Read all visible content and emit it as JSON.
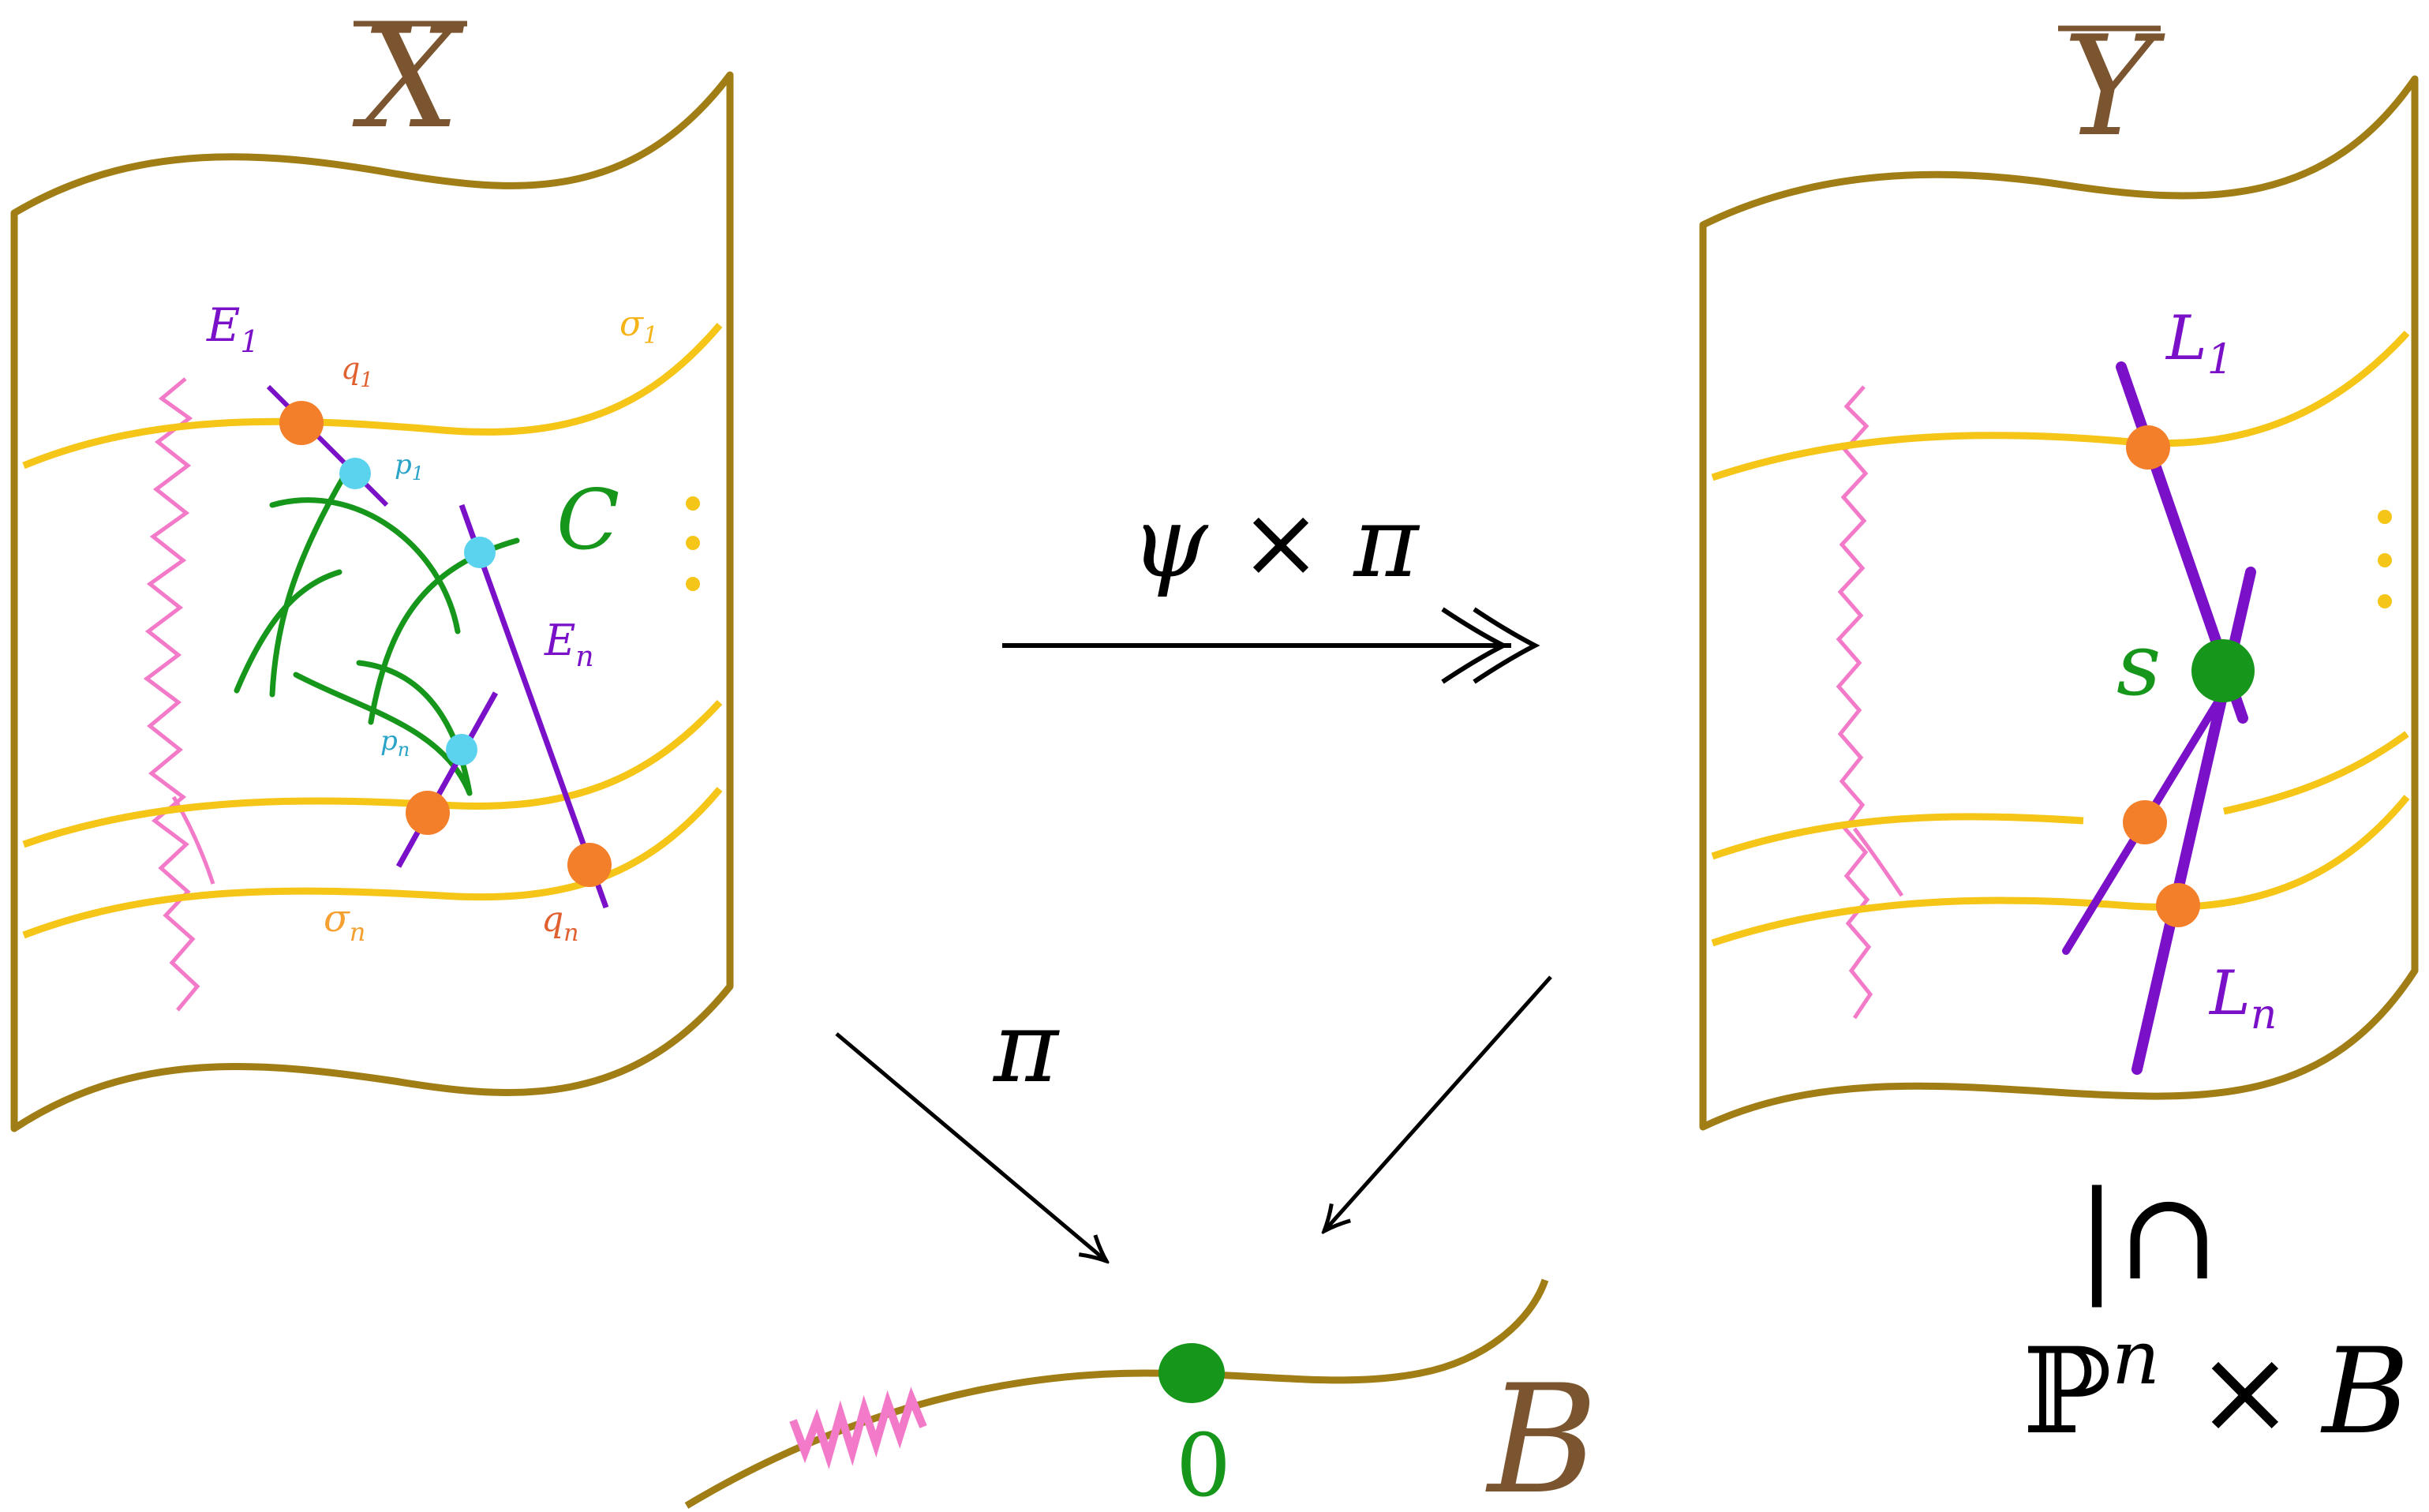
{
  "colors": {
    "olive": "#A07E15",
    "brown": "#7A5530",
    "yellow": "#F5C518",
    "orange": "#F47F2A",
    "cyan": "#5BD3EE",
    "purple": "#7A10C8",
    "green": "#16961A",
    "pink": "#F27AC8",
    "black": "#000000"
  },
  "left_surface": {
    "title": "X",
    "labels": {
      "e1": "E",
      "e1_sub": "1",
      "q1": "q",
      "q1_sub": "1",
      "p1": "p",
      "p1_sub": "1",
      "sigma1": "σ",
      "sigma1_sub": "1",
      "c": "C",
      "en": "E",
      "en_sub": "n",
      "pn": "p",
      "pn_sub": "n",
      "sigman": "σ",
      "sigman_sub": "n",
      "qn": "q",
      "qn_sub": "n"
    }
  },
  "right_surface": {
    "title": "Y",
    "labels": {
      "l1": "L",
      "l1_sub": "1",
      "s": "s",
      "ln": "L",
      "ln_sub": "n"
    },
    "embedding": {
      "symbol": "|∩",
      "target_base": "ℙ",
      "target_exp": "n",
      "times": "×",
      "target_b": "B"
    }
  },
  "arrows": {
    "top_psi": "ψ",
    "top_times": "×",
    "top_pi": "π",
    "left_pi": "π"
  },
  "base": {
    "label": "B",
    "point": "0"
  }
}
